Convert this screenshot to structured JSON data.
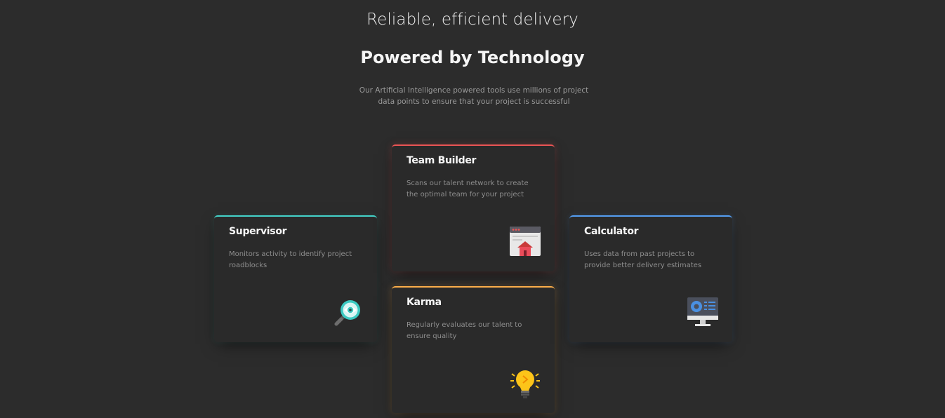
{
  "section": {
    "eyebrow": "Reliable, efficient delivery",
    "heading": "Powered by Technology",
    "intro": "Our Artificial Intelligence powered tools use millions of project data points to ensure that your project is successful"
  },
  "cards": [
    {
      "title": "Supervisor",
      "description": "Monitors activity to identify project roadblocks",
      "icon": "magnifier-eye-icon",
      "accent": "#44d3c9"
    },
    {
      "title": "Team Builder",
      "description": "Scans our talent network to create the optimal team for your project",
      "icon": "browser-house-icon",
      "accent": "#ea5454"
    },
    {
      "title": "Karma",
      "description": "Regularly evaluates our talent to ensure quality",
      "icon": "lightbulb-icon",
      "accent": "#fcae4a"
    },
    {
      "title": "Calculator",
      "description": "Uses data from past projects to provide better delivery estimates",
      "icon": "monitor-dashboard-icon",
      "accent": "#549ef2"
    }
  ]
}
